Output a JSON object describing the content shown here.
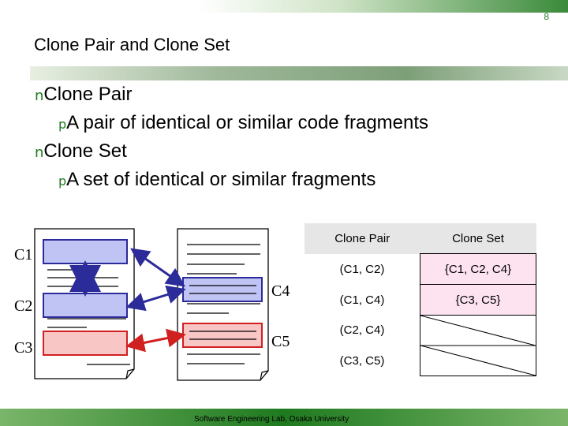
{
  "slide": {
    "page_number": "8",
    "title": "Clone Pair and Clone Set",
    "footer": "Software Engineering Lab, Osaka University"
  },
  "bullets": [
    {
      "level": 1,
      "marker": "n",
      "text": "Clone Pair"
    },
    {
      "level": 2,
      "marker": "p",
      "text": "A pair of identical or similar code fragments"
    },
    {
      "level": 1,
      "marker": "n",
      "text": "Clone Set"
    },
    {
      "level": 2,
      "marker": "p",
      "text": "A set of identical or similar fragments"
    }
  ],
  "diagram": {
    "labels": {
      "c1": "C1",
      "c2": "C2",
      "c3": "C3",
      "c4": "C4",
      "c5": "C5"
    },
    "colors": {
      "blue_fill": "#c0c4f4",
      "blue_stroke": "#2b2b9a",
      "red_fill": "#f9c6c6",
      "red_stroke": "#d02020"
    }
  },
  "table": {
    "headers": [
      "Clone Pair",
      "Clone Set"
    ],
    "pairs": [
      "(C1, C2)",
      "(C1, C4)",
      "(C2, C4)",
      "(C3, C5)"
    ],
    "sets": [
      "{C1, C2, C4}",
      "{C3, C5}"
    ]
  },
  "colors": {
    "accent_green": "#1e7a1e"
  }
}
